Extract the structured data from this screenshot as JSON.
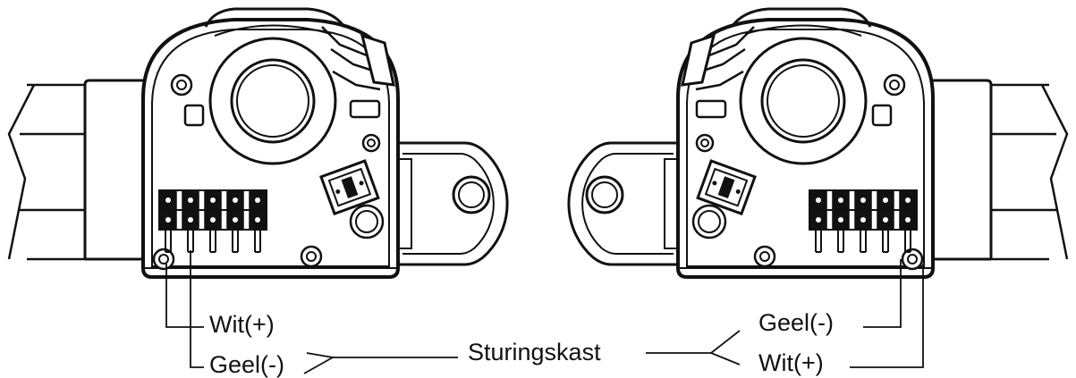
{
  "labels": {
    "left_top": "Wit(+)",
    "left_bottom": "Geel(-)",
    "center": "Sturingskast",
    "right_top": "Geel(-)",
    "right_bottom": "Wit(+)"
  }
}
